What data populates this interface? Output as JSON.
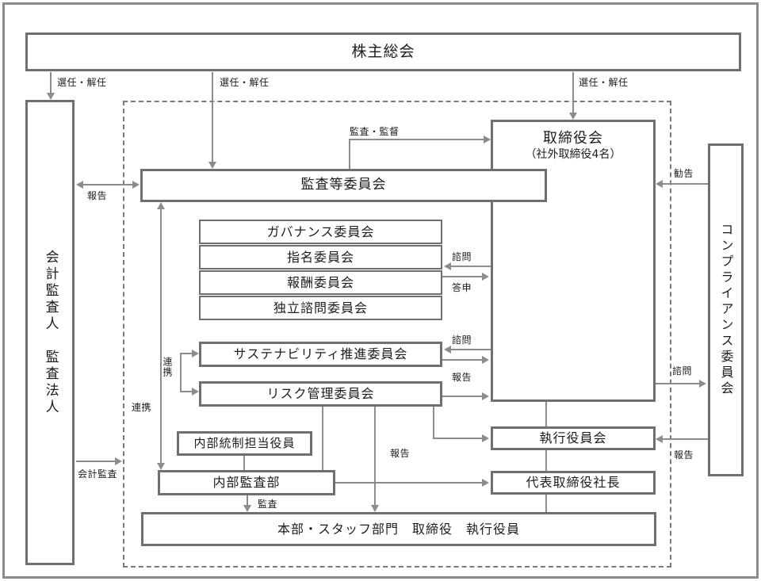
{
  "nodes": {
    "shareholders_meeting": "株主総会",
    "accounting_auditor": "会計監査人　監査法人",
    "compliance_committee": "コンプライアンス委員会",
    "board_of_directors": "取締役会",
    "board_of_directors_note": "（社外取締役4名）",
    "audit_supervisory_committee": "監査等委員会",
    "governance_committee": "ガバナンス委員会",
    "nomination_committee": "指名委員会",
    "compensation_committee": "報酬委員会",
    "independent_advisory_committee": "独立諮問委員会",
    "sustainability_committee": "サステナビリティ推進委員会",
    "risk_management_committee": "リスク管理委員会",
    "internal_control_officer": "内部統制担当役員",
    "internal_audit_dept": "内部監査部",
    "executive_officers_meeting": "執行役員会",
    "president": "代表取締役社長",
    "hq_staff_departments": "本部・スタッフ部門　取締役　執行役員"
  },
  "edge_labels": {
    "appoint_dismiss_auditor": "選任・解任",
    "appoint_dismiss_audit_committee": "選任・解任",
    "appoint_dismiss_board": "選任・解任",
    "report_to_auditor": "報告",
    "audit_supervision": "監査・監督",
    "recommendation": "勧告",
    "consultation_committees": "諮問",
    "reply": "答申",
    "consultation_sustainability": "諮問",
    "report_risk": "報告",
    "consultation_compliance": "諮問",
    "report_compliance": "報告",
    "cooperation_long": "連携",
    "cooperation_bracket": "連携",
    "accounting_audit": "会計監査",
    "audit": "監査",
    "report_center": "報告"
  },
  "colors": {
    "box_border": "#6f6f6f",
    "line": "#8c8c8c",
    "frame": "#8a8a8a",
    "text": "#1c1c1c",
    "background": "#ffffff"
  }
}
